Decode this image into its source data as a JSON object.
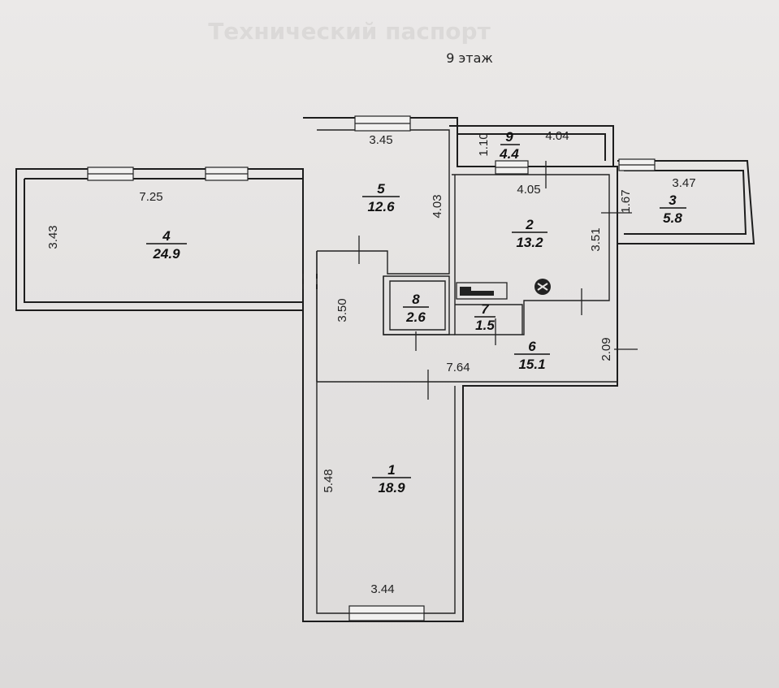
{
  "floor_label": "9 этаж",
  "background_title": "Технический паспорт",
  "rooms": [
    {
      "id": "1",
      "number": "1",
      "area": "18.9"
    },
    {
      "id": "2",
      "number": "2",
      "area": "13.2"
    },
    {
      "id": "3",
      "number": "3",
      "area": "5.8"
    },
    {
      "id": "4",
      "number": "4",
      "area": "24.9"
    },
    {
      "id": "5",
      "number": "5",
      "area": "12.6"
    },
    {
      "id": "6",
      "number": "6",
      "area": "15.1"
    },
    {
      "id": "7",
      "number": "7",
      "area": "1.5"
    },
    {
      "id": "8",
      "number": "8",
      "area": "2.6"
    },
    {
      "id": "9",
      "number": "9",
      "area": "4.4"
    }
  ],
  "dimensions": {
    "r4_width": "7.25",
    "r4_depth": "3.43",
    "r5_width": "3.45",
    "r5_depth": "4.03",
    "r9_width": "4.04",
    "r9_depth": "1.10",
    "r2_width": "4.05",
    "r2_depth": "3.51",
    "r3_width": "3.47",
    "r3_depth": "1.67",
    "hall_depth": "3.50",
    "hall_width": "7.64",
    "r6_depth": "2.09",
    "r1_depth": "5.48",
    "r1_width": "3.44"
  }
}
